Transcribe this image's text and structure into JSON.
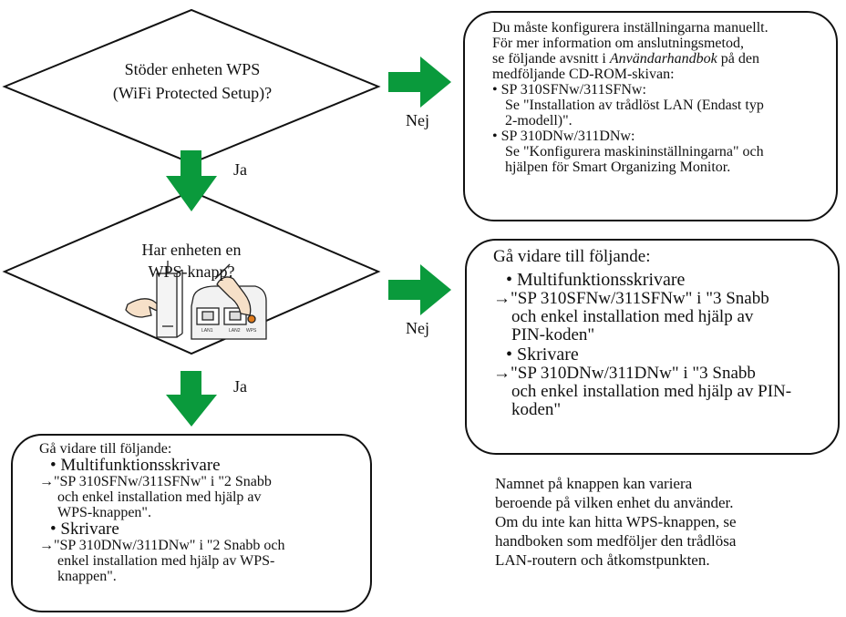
{
  "question1": {
    "line1": "Stöder enheten WPS",
    "line2": "(WiFi Protected Setup)?"
  },
  "question2": {
    "line1": "Har enheten en",
    "line2": "WPS-knapp?"
  },
  "labels": {
    "yes1": "Ja",
    "yes2": "Ja",
    "no1": "Nej",
    "no2": "Nej"
  },
  "box_manual": {
    "line1": "Du måste konfigurera inställningarna manuellt.",
    "line2": "För mer information om anslutningsmetod,",
    "line3_pre": "se följande avsnitt i ",
    "line3_italic": "Användarhandbok",
    "line3_post": " på den",
    "line4": "medföljande CD-ROM-skivan:",
    "item1": "• SP 310SFNw/311SFNw:",
    "item1_a": "Se \"Installation av trådlöst LAN (Endast typ",
    "item1_b": "2-modell)\".",
    "item2": "• SP 310DNw/311DNw:",
    "item2_a": "Se \"Konfigurera maskininställningarna\" och",
    "item2_b": "hjälpen för Smart Organizing Monitor."
  },
  "box_pin": {
    "heading": "Gå vidare till följande:",
    "cat1": "• Multifunktionsskrivare",
    "cat1_a": "→\"SP 310SFNw/311SFNw\" i \"3 Snabb",
    "cat1_b": "och enkel installation med hjälp av",
    "cat1_c": "PIN-koden\"",
    "cat2": "• Skrivare",
    "cat2_a": "→\"SP 310DNw/311DNw\" i \"3 Snabb",
    "cat2_b": "och enkel installation med hjälp av PIN-",
    "cat2_c": "koden\""
  },
  "box_wps": {
    "heading": "Gå vidare till följande:",
    "cat1": "• Multifunktionsskrivare",
    "cat1_a": "→\"SP 310SFNw/311SFNw\" i \"2 Snabb",
    "cat1_b": "och enkel installation med hjälp av",
    "cat1_c": "WPS-knappen\".",
    "cat2": "• Skrivare",
    "cat2_a": "→\"SP 310DNw/311DNw\" i \"2 Snabb och",
    "cat2_b": "enkel installation med hjälp av WPS-",
    "cat2_c": "knappen\"."
  },
  "note": {
    "line1": "Namnet på knappen kan variera",
    "line2": "beroende på vilken enhet du använder.",
    "line3": "Om du inte kan hitta WPS-knappen, se",
    "line4": "handboken som medföljer den trådlösa",
    "line5": "LAN-routern och åtkomstpunkten."
  },
  "router_ports": [
    "LAN1",
    "LAN2",
    "WPS"
  ],
  "colors": {
    "arrow": "#0a9a3c",
    "outline": "#111111",
    "wps_button": "#e07b1c"
  },
  "icons": [
    "hand-router-illustration",
    "hand-wps-button-illustration"
  ]
}
